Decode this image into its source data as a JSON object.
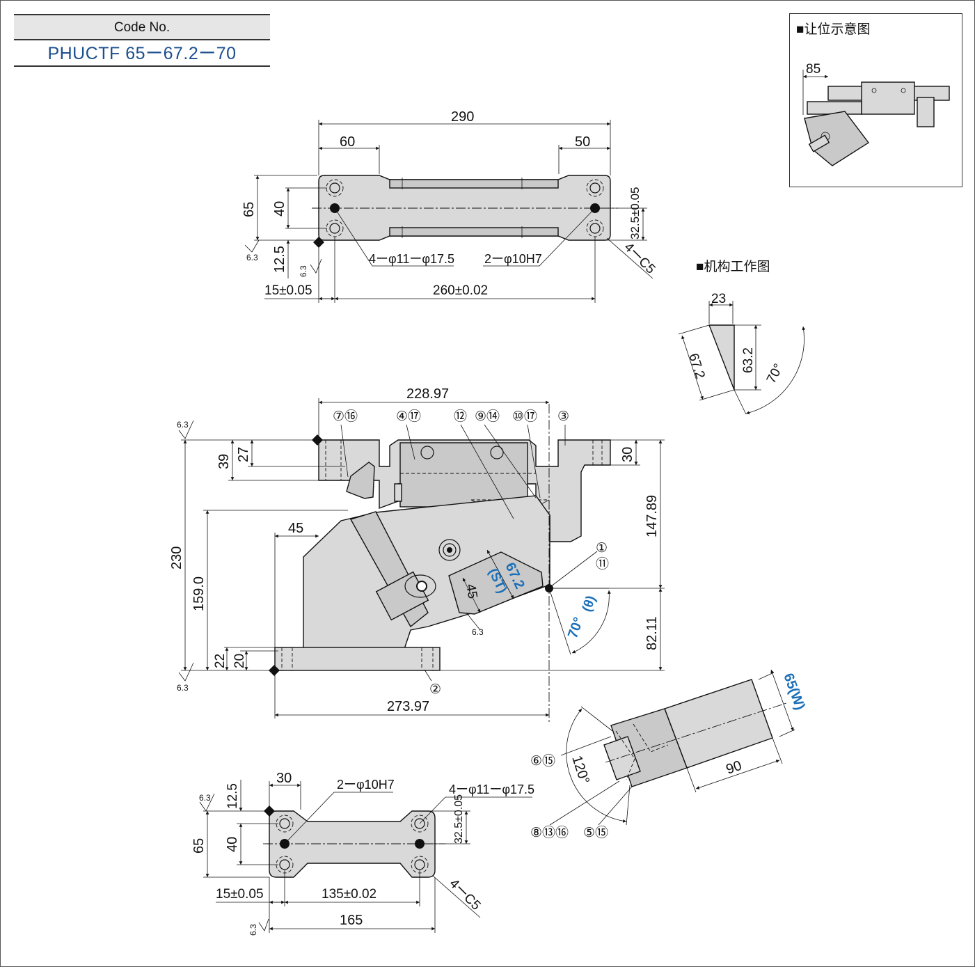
{
  "code_box": {
    "label": "Code No.",
    "value": "PHUCTF 65ー67.2ー70"
  },
  "clearance_diagram": {
    "title": "■让位示意图",
    "dim": "85"
  },
  "mechanism_diagram": {
    "title": "■机构工作图",
    "dims": {
      "width": "23",
      "stroke": "67.2",
      "height": "63.2",
      "angle": "70°"
    }
  },
  "top_view": {
    "overall": "290",
    "left": "60",
    "right": "50",
    "height": "65",
    "pitch_v": "40",
    "offset_v": "12.5",
    "offset_h": "15±0.05",
    "pitch_h": "260±0.02",
    "half": "32.5±0.05",
    "holes_label": "4ーφ11ーφ17.5",
    "pins_label": "2ーφ10H7",
    "chamfer": "4ーC5",
    "roughness": "6.3"
  },
  "side_view": {
    "top_width": "228.97",
    "total_height": "230",
    "h159": "159.0",
    "h39": "39",
    "h27": "27",
    "h30": "30",
    "h147": "147.89",
    "h82": "82.11",
    "w45": "45",
    "h22": "22",
    "h20": "20",
    "bottom_width": "273.97",
    "stroke_blue": "67.2",
    "st": "(ST)",
    "d45": "45",
    "angle": "70°",
    "theta": "(θ)",
    "roughness": "6.3"
  },
  "callouts": {
    "c1": "⑦⑯",
    "c2": "④⑰",
    "c3": "⑫",
    "c4": "⑨⑭",
    "c5": "⑩⑰",
    "c6": "③",
    "c7": "①",
    "c8": "⑪",
    "c9": "②",
    "c10": "⑥⑮",
    "c11": "⑧⑬⑯",
    "c12": "⑤⑮"
  },
  "jaw_view": {
    "w": "65(W)",
    "len": "90",
    "angle": "120°"
  },
  "bottom_view": {
    "w30": "30",
    "h12": "12.5",
    "h65": "65",
    "h40": "40",
    "off": "15±0.05",
    "pitch": "135±0.02",
    "total": "165",
    "half": "32.5±0.05",
    "pins_label": "2ーφ10H7",
    "holes_label": "4ーφ11ーφ17.5",
    "chamfer": "4ーC5",
    "roughness": "6.3"
  }
}
